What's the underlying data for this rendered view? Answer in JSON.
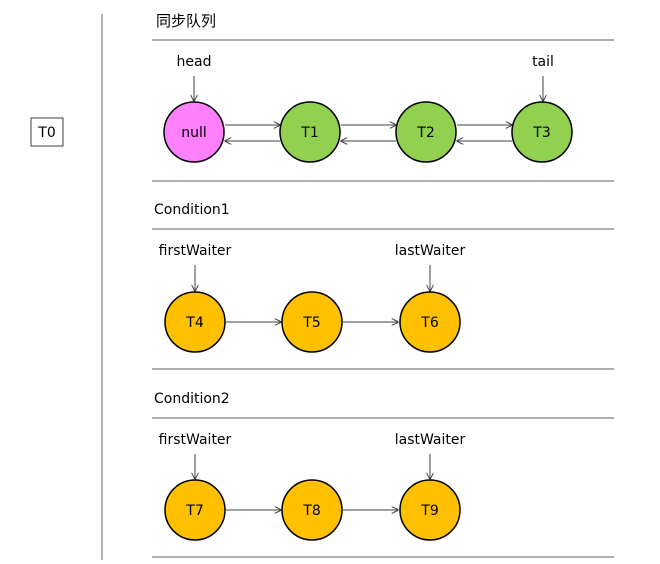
{
  "thread_box": {
    "label": "T0"
  },
  "sync_queue": {
    "title": "同步队列",
    "head_label": "head",
    "tail_label": "tail",
    "nodes": [
      "null",
      "T1",
      "T2",
      "T3"
    ]
  },
  "condition1": {
    "title": "Condition1",
    "first_label": "firstWaiter",
    "last_label": "lastWaiter",
    "nodes": [
      "T4",
      "T5",
      "T6"
    ]
  },
  "condition2": {
    "title": "Condition2",
    "first_label": "firstWaiter",
    "last_label": "lastWaiter",
    "nodes": [
      "T7",
      "T8",
      "T9"
    ]
  },
  "colors": {
    "null_node": "#ff80ff",
    "sync_node": "#92d050",
    "condition_node": "#ffc000",
    "stroke": "#000000",
    "line": "#595959",
    "divider": "#7f7f7f"
  }
}
